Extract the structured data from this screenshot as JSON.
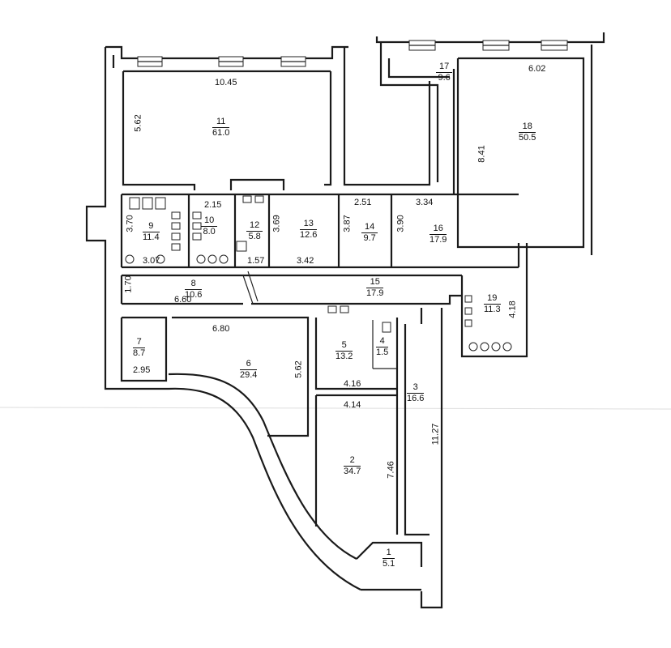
{
  "rooms": [
    {
      "id": "11",
      "area": "61.0"
    },
    {
      "id": "18",
      "area": "50.5"
    },
    {
      "id": "17",
      "area": "9.6"
    },
    {
      "id": "9",
      "area": "11.4"
    },
    {
      "id": "10",
      "area": "8.0"
    },
    {
      "id": "12",
      "area": "5.8"
    },
    {
      "id": "13",
      "area": "12.6"
    },
    {
      "id": "14",
      "area": "9.7"
    },
    {
      "id": "16",
      "area": "17.9"
    },
    {
      "id": "8",
      "area": "10.6"
    },
    {
      "id": "15",
      "area": "17.9"
    },
    {
      "id": "19",
      "area": "11.3"
    },
    {
      "id": "7",
      "area": "8.7"
    },
    {
      "id": "6",
      "area": "29.4"
    },
    {
      "id": "5",
      "area": "13.2"
    },
    {
      "id": "4",
      "area": "1.5"
    },
    {
      "id": "3",
      "area": "16.6"
    },
    {
      "id": "2",
      "area": "34.7"
    },
    {
      "id": "1",
      "area": "5.1"
    }
  ],
  "dimensions": [
    "10.45",
    "5.62",
    "6.02",
    "8.41",
    "2.15",
    "3.70",
    "3.07",
    "1.57",
    "3.69",
    "3.42",
    "2.51",
    "3.87",
    "3.34",
    "3.90",
    "1.70",
    "6.60",
    "6.80",
    "4.18",
    "2.95",
    "5.62",
    "4.16",
    "4.14",
    "7.46",
    "11.27"
  ]
}
